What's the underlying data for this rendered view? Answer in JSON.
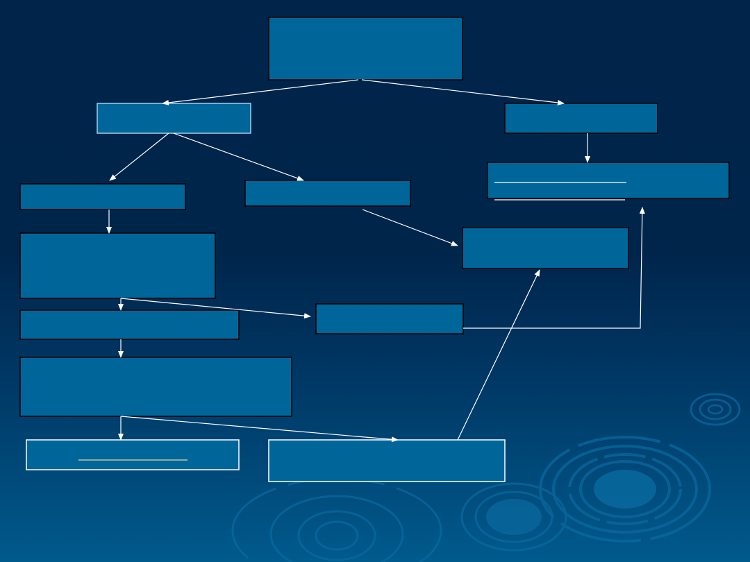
{
  "title": "",
  "colors": {
    "background_top": "#00244a",
    "background_bottom": "#005a8c",
    "box_fill": "#006699",
    "box_border": "#000000",
    "highlight_border": "#9fd0f0",
    "connector": "#ffffff",
    "ring": "#0a6aa0"
  },
  "nodes": [
    {
      "id": "root",
      "label": ""
    },
    {
      "id": "left-branch",
      "label": ""
    },
    {
      "id": "right-branch",
      "label": ""
    },
    {
      "id": "left-child-a",
      "label": ""
    },
    {
      "id": "left-child-b",
      "label": ""
    },
    {
      "id": "right-child",
      "label": ""
    },
    {
      "id": "merge-node",
      "label": ""
    },
    {
      "id": "step-1",
      "label": ""
    },
    {
      "id": "side-node",
      "label": ""
    },
    {
      "id": "step-2",
      "label": ""
    },
    {
      "id": "step-3",
      "label": ""
    },
    {
      "id": "outcome-a",
      "label": ""
    },
    {
      "id": "outcome-b",
      "label": ""
    }
  ]
}
